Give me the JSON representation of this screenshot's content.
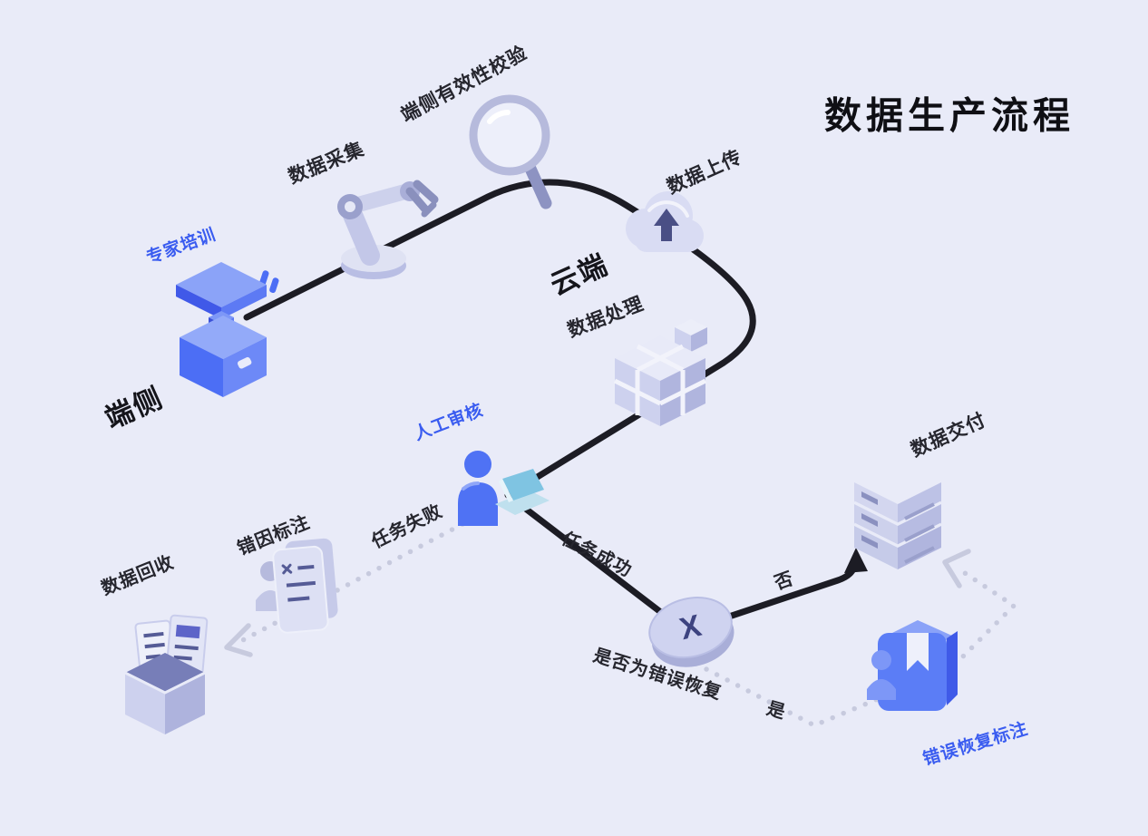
{
  "title": "数据生产流程",
  "colors": {
    "background": "#e9ebf8",
    "accent_blue": "#3a5cf0",
    "flow_line": "#1c1c24",
    "dotted_line": "#c7cade",
    "icon_lavender": "#cdd1ee",
    "icon_lavender_dark": "#b0b5de",
    "icon_blue": "#4c6ef5"
  },
  "labels": {
    "expert_training": "专家培训",
    "device_side": "端侧",
    "data_collection": "数据采集",
    "device_validation": "端侧有效性校验",
    "data_upload": "数据上传",
    "cloud_side": "云端",
    "data_processing": "数据处理",
    "manual_review": "人工审核",
    "task_failed": "任务失败",
    "task_succeeded": "任务成功",
    "error_cause_annotation": "错因标注",
    "data_recycle": "数据回收",
    "decision_question": "是否为错误恢复",
    "branch_no": "否",
    "branch_yes": "是",
    "data_delivery": "数据交付",
    "error_recovery_annotation": "错误恢复标注",
    "decision_mark": "X"
  }
}
